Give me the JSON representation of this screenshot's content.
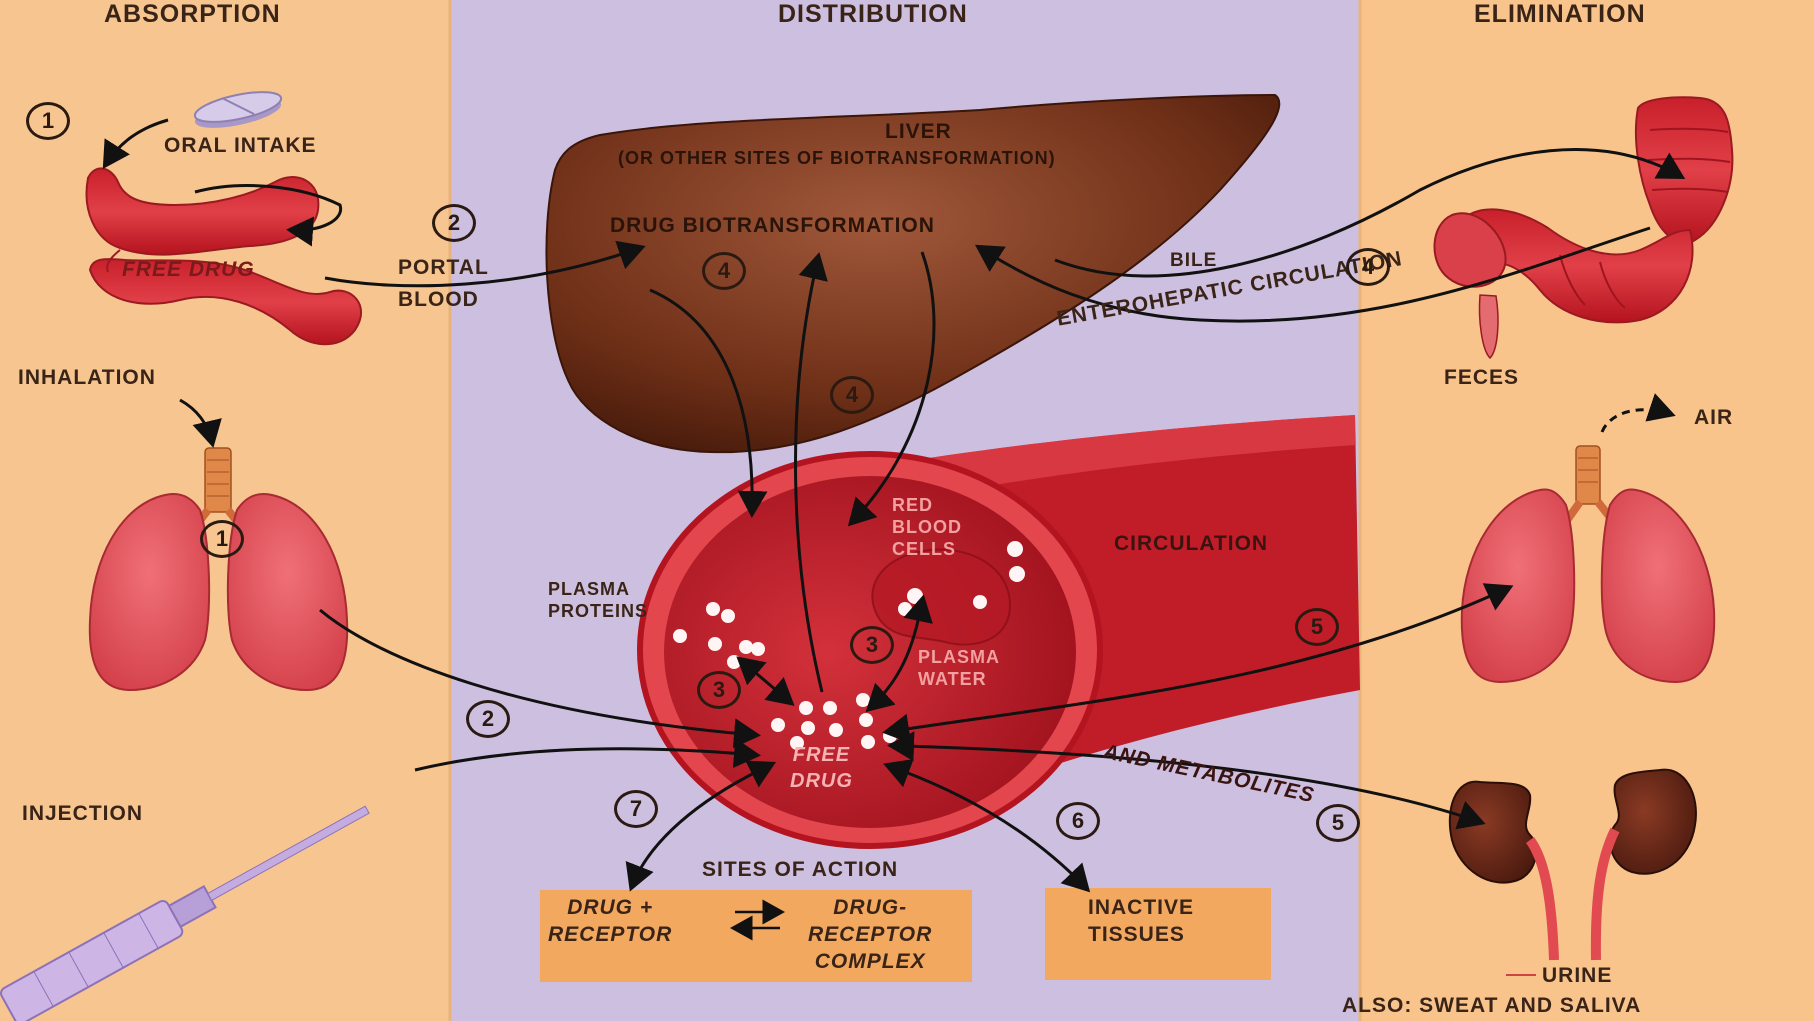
{
  "sections": {
    "absorption": "ABSORPTION",
    "distribution": "DISTRIBUTION",
    "elimination": "ELIMINATION"
  },
  "labels": {
    "oral_intake": "ORAL INTAKE",
    "free_drug_gut": "FREE DRUG",
    "portal": "PORTAL",
    "blood": "BLOOD",
    "inhalation": "INHALATION",
    "injection": "INJECTION",
    "liver": "LIVER",
    "liver_sub": "(OR OTHER SITES OF BIOTRANSFORMATION)",
    "drug_biotransformation": "DRUG BIOTRANSFORMATION",
    "bile": "BILE",
    "enterohepatic": "ENTEROHEPATIC CIRCULATION",
    "feces": "FECES",
    "air": "AIR",
    "red_blood_cells": [
      "RED",
      "BLOOD",
      "CELLS"
    ],
    "circulation": "CIRCULATION",
    "plasma_proteins": [
      "PLASMA",
      "PROTEINS"
    ],
    "plasma_water": [
      "PLASMA",
      "WATER"
    ],
    "free_drug_center": [
      "FREE",
      "DRUG"
    ],
    "and_metabolites": "AND METABOLITES",
    "sites_of_action": "SITES OF ACTION",
    "drug_receptor": [
      "DRUG +",
      "RECEPTOR"
    ],
    "drug_receptor_complex": [
      "DRUG-",
      "RECEPTOR",
      "COMPLEX"
    ],
    "inactive_tissues": [
      "INACTIVE",
      "TISSUES"
    ],
    "urine": "URINE",
    "also": "ALSO: SWEAT AND SALIVA"
  },
  "step_numbers": {
    "oral": "1",
    "inhal": "1",
    "portal": "2",
    "inject": "2",
    "liver_a": "4",
    "liver_b": "4",
    "bile": "4",
    "plasma_a": "3",
    "plasma_b": "3",
    "lung_out": "5",
    "kidney": "5",
    "inactive": "6",
    "sites": "7"
  },
  "colors": {
    "side_panel": "#f7c690",
    "center_panel": "#cdbfe0",
    "liver": "#7a3a1c",
    "organ_red": "#e8454a",
    "vessel": "#cf2a33",
    "box": "#f3a85f",
    "text": "#3a2418"
  }
}
